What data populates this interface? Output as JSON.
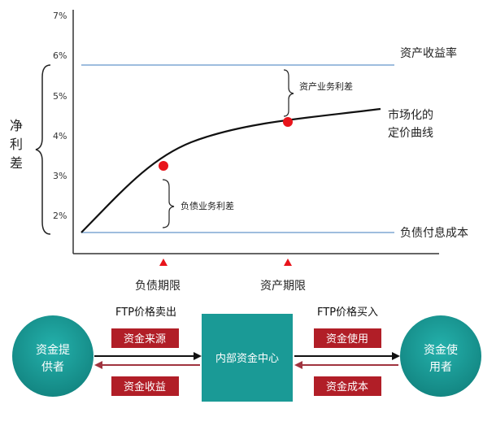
{
  "chart": {
    "y_ticks": [
      "7%",
      "6%",
      "5%",
      "4%",
      "3%",
      "2%"
    ],
    "y_label_chars": [
      "净",
      "利",
      "差"
    ],
    "asset_yield_label": "资产收益率",
    "liability_cost_label": "负债付息成本",
    "curve_label_line1": "市场化的",
    "curve_label_line2": "定价曲线",
    "asset_spread_label": "资产业务利差",
    "liability_spread_label": "负债业务利差",
    "liability_term_label": "负债期限",
    "asset_term_label": "资产期限"
  },
  "flow": {
    "provider_line1": "资金提",
    "provider_line2": "供者",
    "center": "内部资金中心",
    "user_line1": "资金使",
    "user_line2": "用者",
    "ftp_sell": "FTP价格卖出",
    "ftp_buy": "FTP价格买入",
    "source_box": "资金来源",
    "income_box": "资金收益",
    "use_box": "资金使用",
    "cost_box": "资金成本"
  },
  "colors": {
    "teal": "#1a9a96",
    "teal_dark": "#127a76",
    "red_box": "#b11e27",
    "red_marker": "#e8141b",
    "blue_line": "#7fa7d4",
    "dark_red_arrow": "#a0343f"
  }
}
